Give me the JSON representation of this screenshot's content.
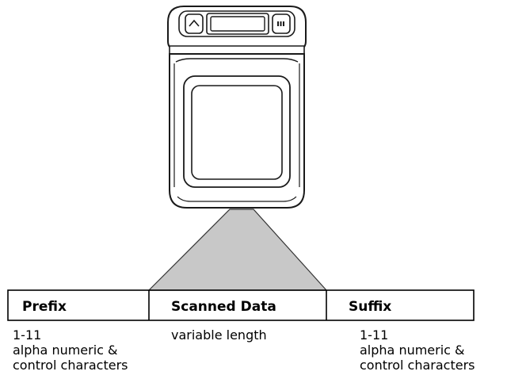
{
  "diagram": {
    "columns": [
      {
        "header": "Prefix",
        "description": [
          "1-11",
          "alpha numeric &",
          "control characters"
        ]
      },
      {
        "header": "Scanned Data",
        "description": [
          "variable length"
        ]
      },
      {
        "header": "Suffix",
        "description": [
          "1-11",
          "alpha numeric &",
          "control characters"
        ]
      }
    ]
  }
}
